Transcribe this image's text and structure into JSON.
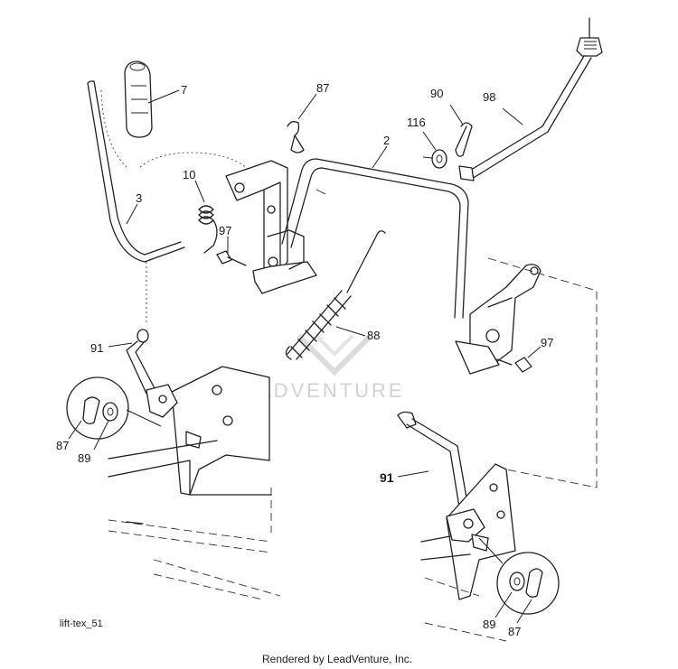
{
  "diagram": {
    "code": "lift-tex_51",
    "footer": "Rendered by LeadVenture, Inc.",
    "watermark": "LEADVENTURE",
    "labels": {
      "p7": "7",
      "p87_top": "87",
      "p90": "90",
      "p98": "98",
      "p116": "116",
      "p2": "2",
      "p10": "10",
      "p3": "3",
      "p97_left": "97",
      "p88": "88",
      "p97_right": "97",
      "p91_left": "91",
      "p87_left": "87",
      "p89_left": "89",
      "p91_right": "91",
      "p89_right": "89",
      "p87_right": "87"
    }
  }
}
